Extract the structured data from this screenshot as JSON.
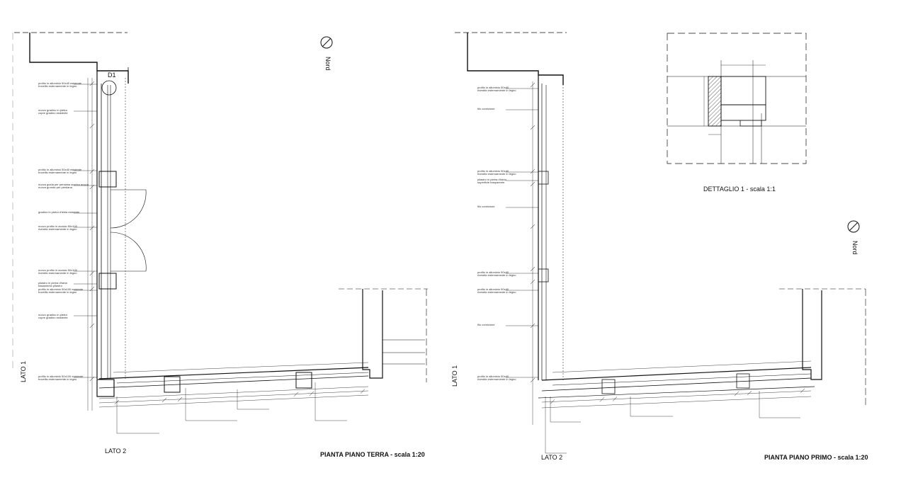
{
  "sheet": {
    "left_plan_title": "PIANTA PIANO TERRA - scala 1:20",
    "right_plan_title": "PIANTA PIANO PRIMO - scala 1:20",
    "detail_title": "DETTAGLIO 1  - scala 1:1",
    "detail_marker": "D1",
    "north_label": "Nord",
    "left": {
      "lato1": "LATO 1",
      "lato2": "LATO 2"
    },
    "right": {
      "lato1": "LATO 1",
      "lato2": "LATO 2"
    }
  },
  "notes_left": [
    "profilo in alluminio 50x40 esistente\ntrovellis esternamente in legno",
    "nuovo gradino in pietra\ncopre gradino esistente",
    "profilo in alluminio 50x40 esistente\ntrovellis esternamente in legno",
    "nuova guida per persiana scarico acqua\nnuova gronda per persiana",
    "gradino in pietra d'istria esistente",
    "nuovo profilo in acciaio 50x100\nrivestito esternamente in legno",
    "nuovo profilo in acciaio 50x100\nrivestito esternamente in legno",
    "pilastro in pietra d'istria\nbasamento pilastro",
    "profilo in alluminio 50x100 esistente\ntrovellis esternamente in legno",
    "nuovo gradino in pietra\ncopre gradino esistente",
    "profilo in alluminio 50x100 esistente\ntrovellis esternamente in legno"
  ],
  "notes_right": [
    "profilo in alluminio 50x40\nrivestito esternamente in legno",
    "filo cornicione",
    "profilo in alluminio 50x40\nrivestito esternamente in legno",
    "pilastro in pietra d'istria\nsuperficie trasparente",
    "filo cornicione",
    "profilo in alluminio 50x40\nrivestito esternamente in legno",
    "profilo in alluminio 50x40\nrivestito esternamente in legno",
    "filo cornicione",
    "profilo in alluminio 50x40\nrivestito esternamente in legno"
  ]
}
